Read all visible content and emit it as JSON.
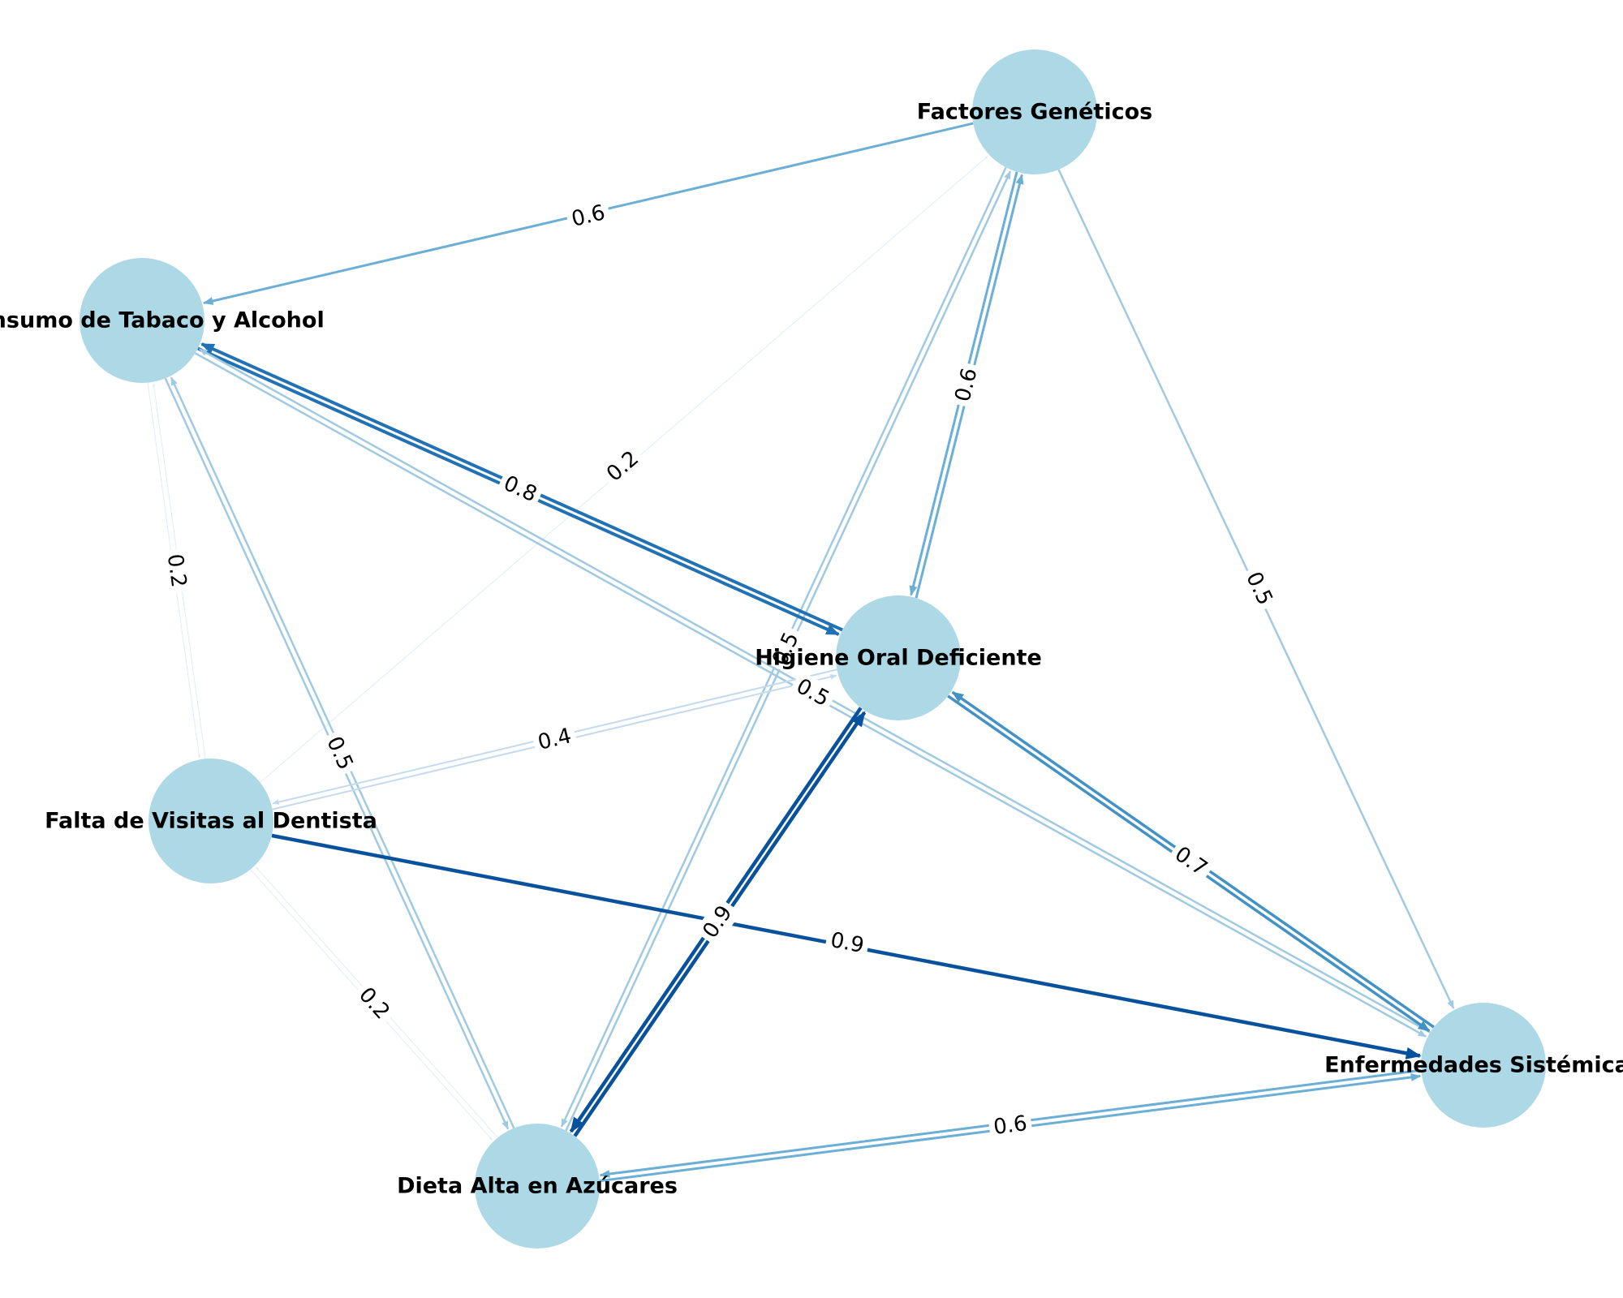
{
  "nodes": [
    {
      "id": "genetic",
      "label": "Factores Genéticos"
    },
    {
      "id": "tobacco",
      "label": "Consumo de Tabaco y Alcohol"
    },
    {
      "id": "hygiene",
      "label": "Higiene Oral Deficiente"
    },
    {
      "id": "dentist",
      "label": "Falta de Visitas al Dentista"
    },
    {
      "id": "systemic",
      "label": "Enfermedades Sistémicas"
    },
    {
      "id": "diet",
      "label": "Dieta Alta en Azúcares"
    }
  ],
  "edges": [
    {
      "source": "genetic",
      "target": "tobacco",
      "label": "0.6",
      "weight": 0.6
    },
    {
      "source": "genetic",
      "target": "hygiene",
      "label": "0.6",
      "weight": 0.6
    },
    {
      "source": "hygiene",
      "target": "genetic",
      "label": "",
      "weight": 0.6
    },
    {
      "source": "genetic",
      "target": "systemic",
      "label": "0.5",
      "weight": 0.5
    },
    {
      "source": "dentist",
      "target": "genetic",
      "label": "0.2",
      "weight": 0.2
    },
    {
      "source": "diet",
      "target": "genetic",
      "label": "0.5",
      "weight": 0.5
    },
    {
      "source": "genetic",
      "target": "diet",
      "label": "",
      "weight": 0.5
    },
    {
      "source": "tobacco",
      "target": "hygiene",
      "label": "0.8",
      "weight": 0.8
    },
    {
      "source": "hygiene",
      "target": "tobacco",
      "label": "",
      "weight": 0.8
    },
    {
      "source": "tobacco",
      "target": "systemic",
      "label": "0.5",
      "weight": 0.5
    },
    {
      "source": "systemic",
      "target": "tobacco",
      "label": "",
      "weight": 0.5
    },
    {
      "source": "dentist",
      "target": "tobacco",
      "label": "0.2",
      "weight": 0.2
    },
    {
      "source": "tobacco",
      "target": "dentist",
      "label": "",
      "weight": 0.2
    },
    {
      "source": "tobacco",
      "target": "diet",
      "label": "0.5",
      "weight": 0.5
    },
    {
      "source": "diet",
      "target": "tobacco",
      "label": "",
      "weight": 0.5
    },
    {
      "source": "hygiene",
      "target": "dentist",
      "label": "0.4",
      "weight": 0.4
    },
    {
      "source": "dentist",
      "target": "hygiene",
      "label": "",
      "weight": 0.4
    },
    {
      "source": "hygiene",
      "target": "systemic",
      "label": "0.7",
      "weight": 0.7
    },
    {
      "source": "systemic",
      "target": "hygiene",
      "label": "",
      "weight": 0.7
    },
    {
      "source": "hygiene",
      "target": "diet",
      "label": "0.9",
      "weight": 0.9
    },
    {
      "source": "diet",
      "target": "hygiene",
      "label": "",
      "weight": 0.9
    },
    {
      "source": "dentist",
      "target": "systemic",
      "label": "0.9",
      "weight": 0.9
    },
    {
      "source": "diet",
      "target": "dentist",
      "label": "0.2",
      "weight": 0.2
    },
    {
      "source": "dentist",
      "target": "diet",
      "label": "",
      "weight": 0.2
    },
    {
      "source": "systemic",
      "target": "diet",
      "label": "0.6",
      "weight": 0.6
    },
    {
      "source": "diet",
      "target": "systemic",
      "label": "",
      "weight": 0.6
    }
  ]
}
